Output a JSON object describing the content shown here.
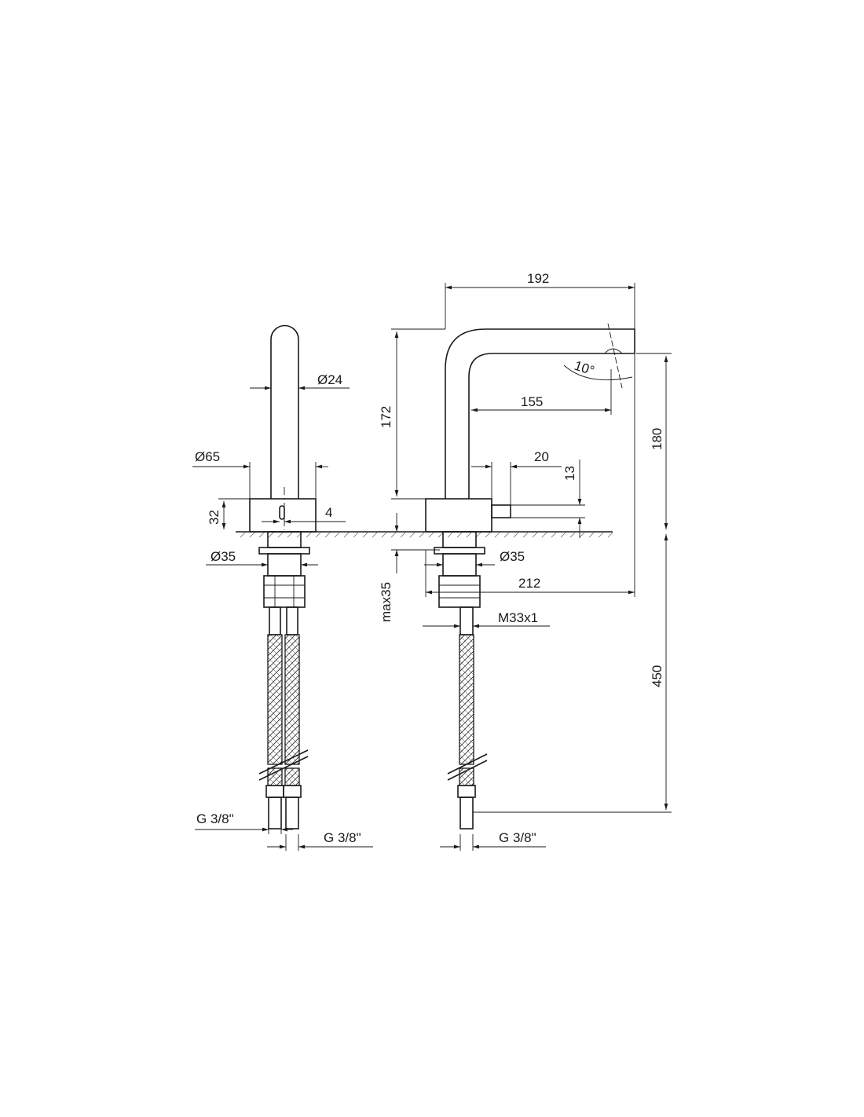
{
  "colors": {
    "line": "#1a1a1a",
    "background": "#ffffff"
  },
  "front_view": {
    "spout_diameter": "Ø24",
    "base_diameter": "Ø65",
    "base_height": "32",
    "sensor_width": "4",
    "shank_diameter": "Ø35",
    "hose_connection_left": "G 3/8\"",
    "hose_connection_right": "G 3/8\""
  },
  "side_view": {
    "overall_length": "192",
    "spout_height": "172",
    "spout_reach": "155",
    "spout_angle": "10°",
    "outlet_height": "180",
    "lever_width": "20",
    "lever_height": "13",
    "shank_diameter": "Ø35",
    "max_deck_thickness": "max35",
    "hose_reach": "212",
    "thread": "M33x1",
    "hose_length": "450",
    "hose_connection": "G 3/8\""
  }
}
